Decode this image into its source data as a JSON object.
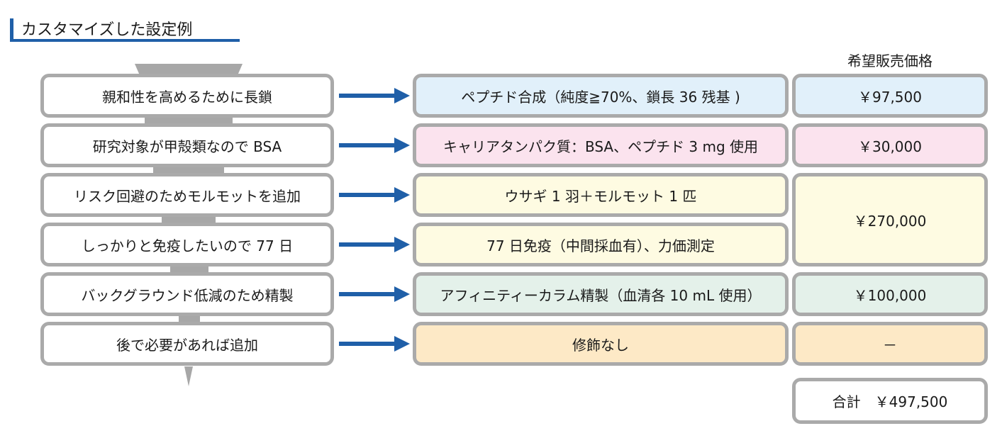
{
  "title": "カスタマイズした設定例",
  "price_header": "希望販売価格",
  "rows": [
    {
      "reason": "親和性を高めるために長鎖",
      "detail": "ペプチド合成（純度≧70%、鎖長 36 残基 )",
      "price": "￥97,500"
    },
    {
      "reason": "研究対象が甲殻類なので BSA",
      "detail": "キャリアタンパク質：BSA、ペプチド 3 mg 使用",
      "price": "￥30,000"
    },
    {
      "reason": "リスク回避のためモルモットを追加",
      "detail": "ウサギ 1 羽＋モルモット 1 匹",
      "price": "￥270,000"
    },
    {
      "reason": "しっかりと免疫したいので 77 日",
      "detail": "77 日免疫（中間採血有）、力価測定",
      "price": ""
    },
    {
      "reason": "バックグラウンド低減のため精製",
      "detail": "アフィニティーカラム精製（血清各 10 mL 使用）",
      "price": "￥100,000"
    },
    {
      "reason": "後で必要があれば追加",
      "detail": "修飾なし",
      "price": "－"
    }
  ],
  "total": "合計　￥497,500",
  "colors": {
    "accent": "#1f5fa8",
    "border": "#aaaaaa",
    "row1": "#e1f0fa",
    "row2": "#fbe3ee",
    "row3": "#fefbe2",
    "row5": "#e4f1ea",
    "row6": "#fde9c6"
  }
}
